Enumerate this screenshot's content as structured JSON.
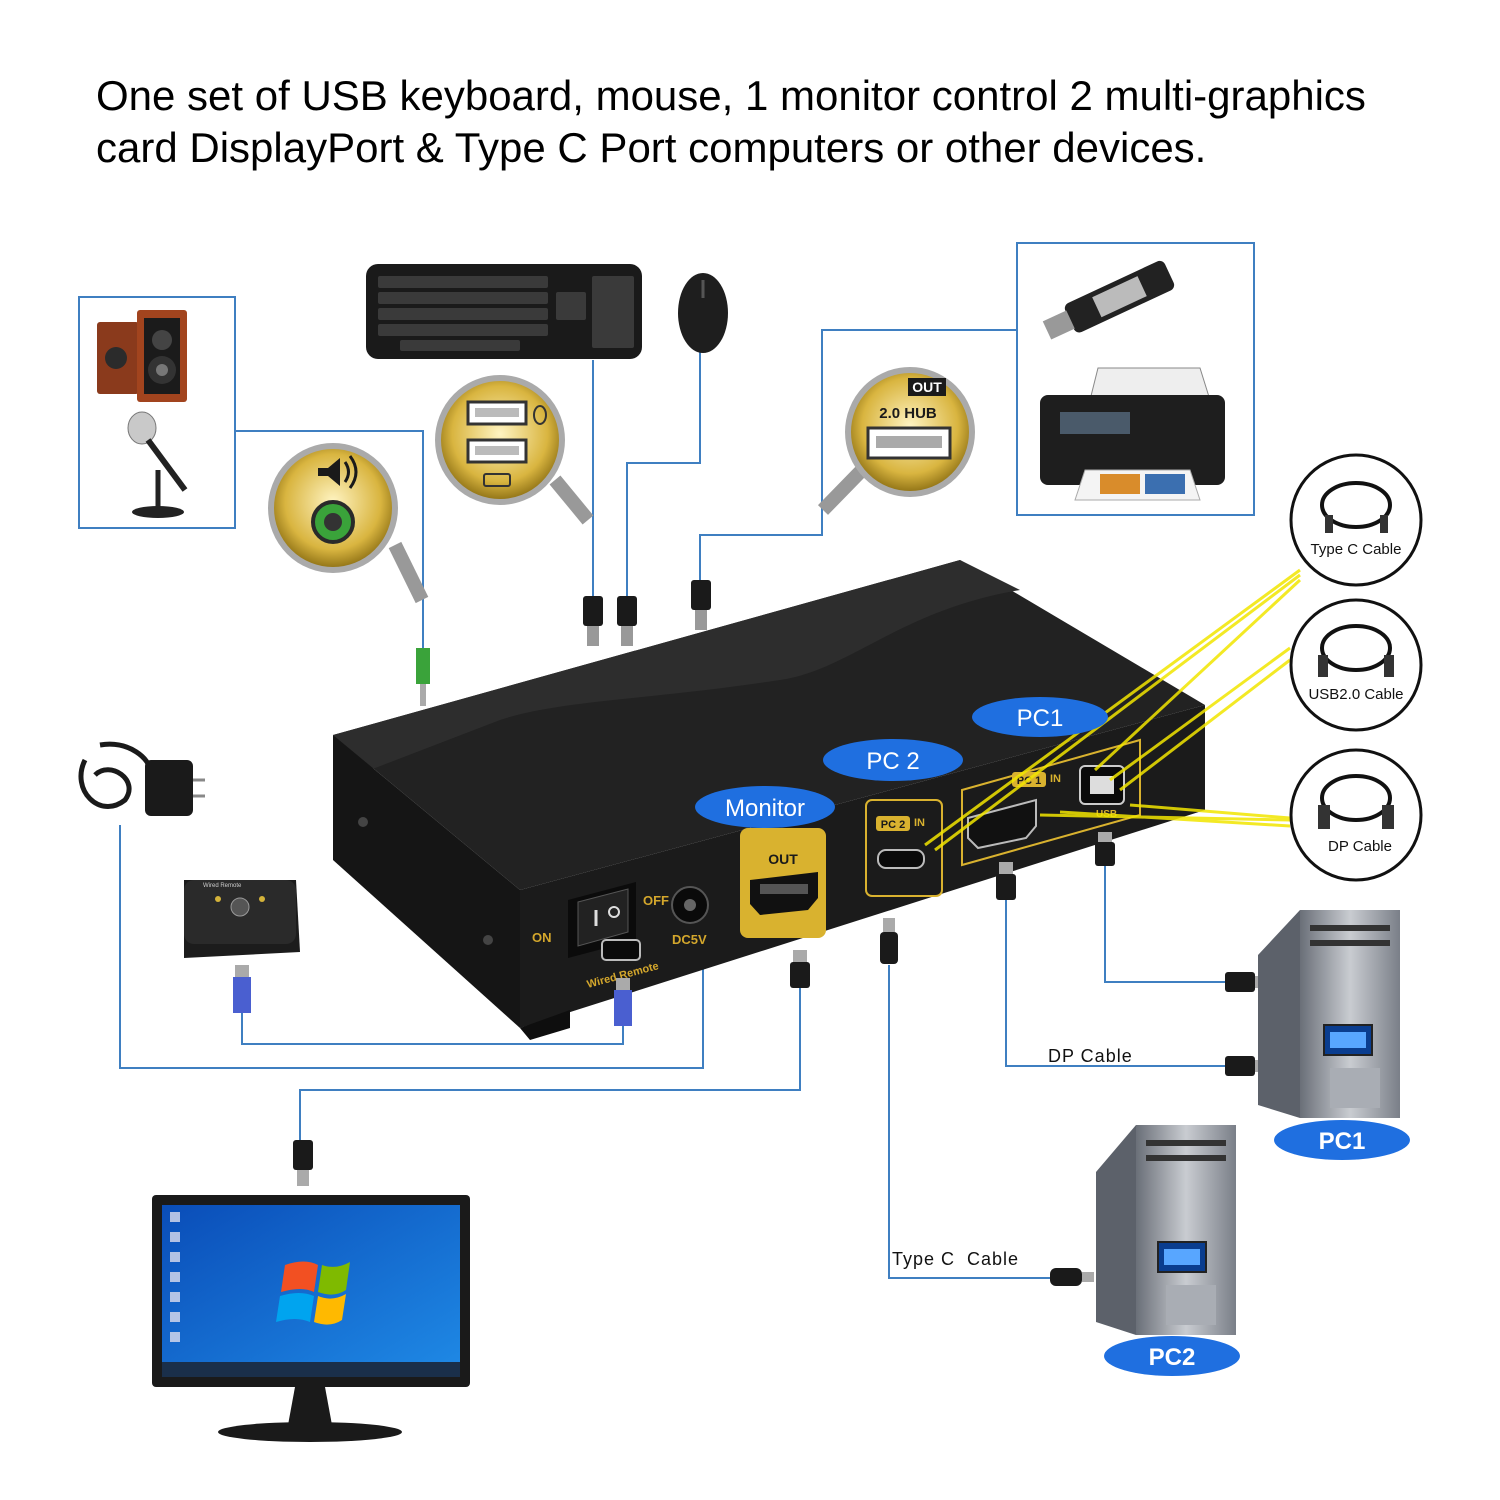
{
  "headline": {
    "line1": "One set of USB keyboard, mouse, 1 monitor control 2 multi-graphics",
    "line2": "card DisplayPort & Type C Port computers or other devices."
  },
  "callouts": {
    "pc1": "PC1",
    "pc2": "PC 2",
    "monitor": "Monitor"
  },
  "port_labels": {
    "out": "OUT",
    "pc2_in_badge": "PC 2",
    "pc2_in": "IN",
    "pc1_in_badge": "PC 1",
    "pc1_in": "IN",
    "usb": "USB",
    "on": "ON",
    "off": "OFF",
    "dc5v": "DC5V",
    "wired_remote": "Wired Remote",
    "remote_box": "Wired Remote"
  },
  "magnifiers": {
    "hub_out": "OUT",
    "hub_label": "2.0 HUB"
  },
  "cable_circles": {
    "type_c": "Type C Cable",
    "usb2": "USB2.0 Cable",
    "dp": "DP Cable"
  },
  "wire_labels": {
    "dp_cable": "DP Cable",
    "type_c_cable": "Type C  Cable"
  },
  "computers": {
    "pc1": "PC1",
    "pc2": "PC2"
  },
  "colors": {
    "line_blue": "#3f7fc1",
    "bubble_blue": "#1f6fe0",
    "gold": "#c9a227",
    "device_black": "#141414",
    "beam_yellow": "#f2e600"
  }
}
